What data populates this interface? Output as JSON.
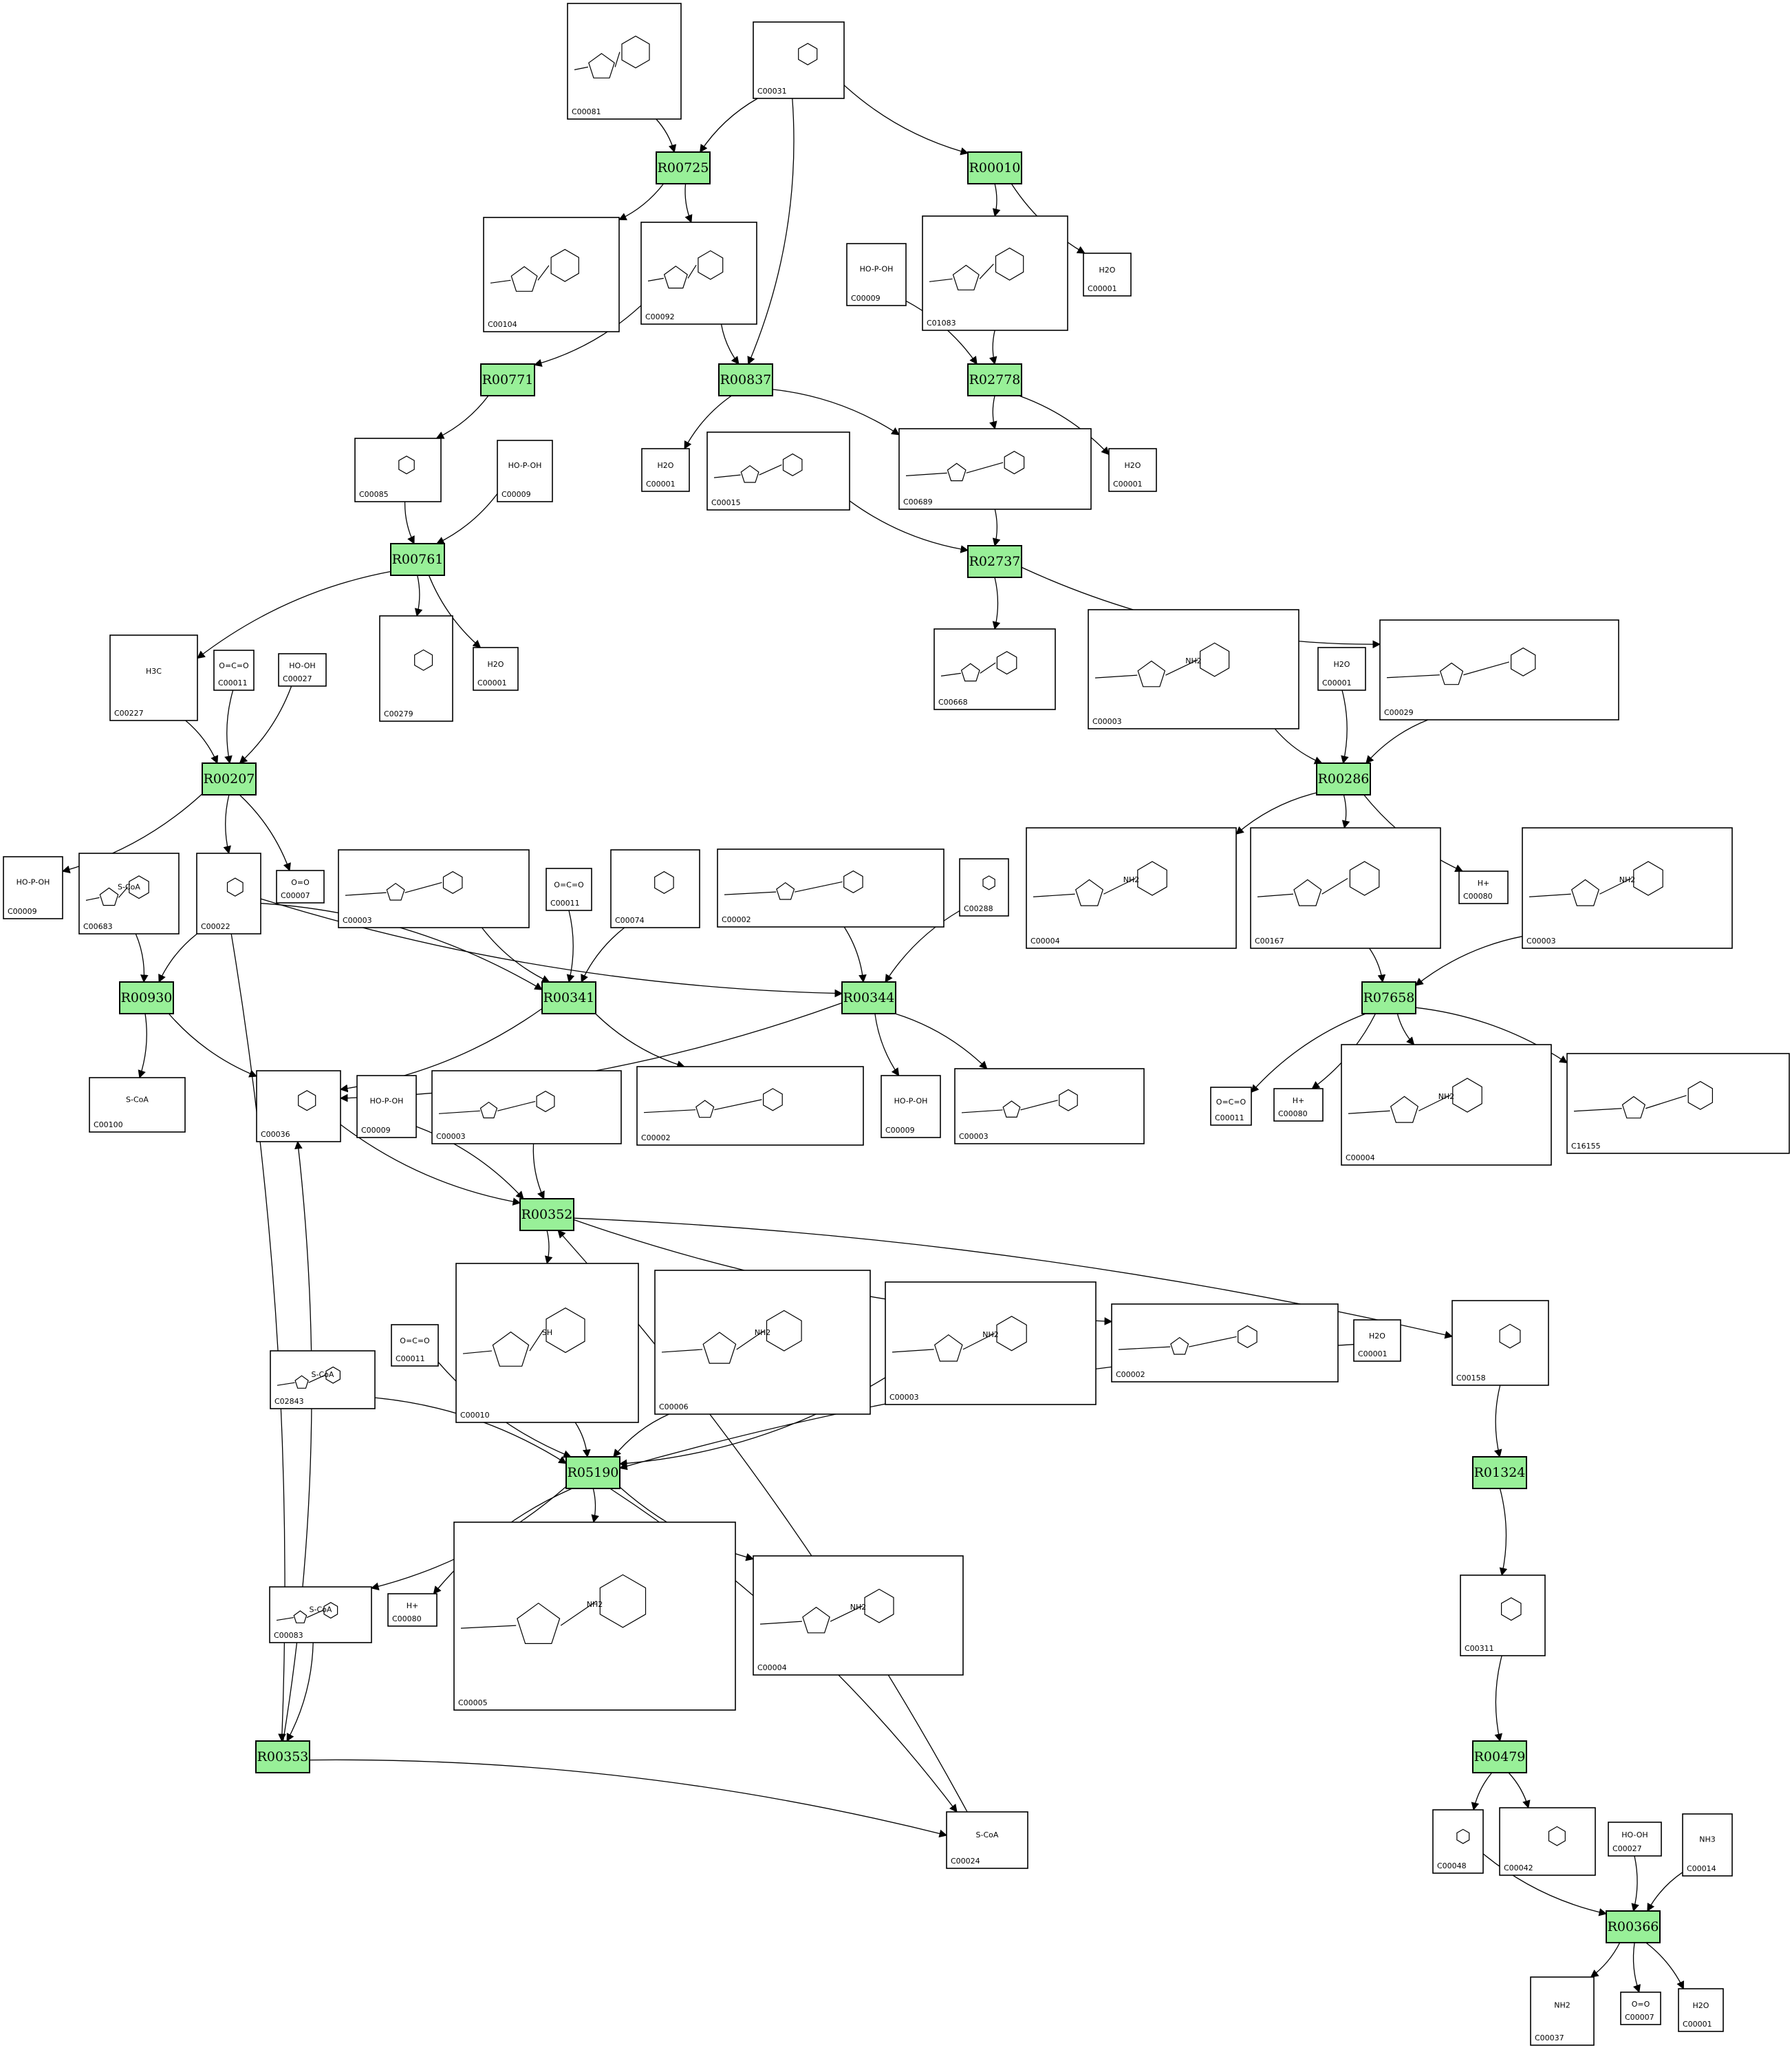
{
  "colors": {
    "reaction_fill": "#98f098",
    "reaction_stroke": "#000000",
    "compound_fill": "#ffffff",
    "edge": "#000000"
  },
  "reactions": [
    {
      "id": "R00725",
      "label": "R00725"
    },
    {
      "id": "R00010",
      "label": "R00010"
    },
    {
      "id": "R00771",
      "label": "R00771"
    },
    {
      "id": "R00837",
      "label": "R00837"
    },
    {
      "id": "R02778",
      "label": "R02778"
    },
    {
      "id": "R00761",
      "label": "R00761"
    },
    {
      "id": "R02737",
      "label": "R02737"
    },
    {
      "id": "R00207",
      "label": "R00207"
    },
    {
      "id": "R00286",
      "label": "R00286"
    },
    {
      "id": "R00930",
      "label": "R00930"
    },
    {
      "id": "R00341",
      "label": "R00341"
    },
    {
      "id": "R00344",
      "label": "R00344"
    },
    {
      "id": "R07658",
      "label": "R07658"
    },
    {
      "id": "R00352",
      "label": "R00352"
    },
    {
      "id": "R05190",
      "label": "R05190"
    },
    {
      "id": "R01324",
      "label": "R01324"
    },
    {
      "id": "R00479",
      "label": "R00479"
    },
    {
      "id": "R00353",
      "label": "R00353"
    },
    {
      "id": "R00366",
      "label": "R00366"
    }
  ],
  "compounds": [
    {
      "id": "n_c00081",
      "label": "C00081",
      "formula": ""
    },
    {
      "id": "n_c00031",
      "label": "C00031",
      "formula": ""
    },
    {
      "id": "n_c00104",
      "label": "C00104",
      "formula": ""
    },
    {
      "id": "n_c00092",
      "label": "C00092",
      "formula": ""
    },
    {
      "id": "n_c00009a",
      "label": "C00009",
      "formula": "HO-P-OH"
    },
    {
      "id": "n_c01083",
      "label": "C01083",
      "formula": ""
    },
    {
      "id": "n_c00001a",
      "label": "C00001",
      "formula": "H2O"
    },
    {
      "id": "n_c00085",
      "label": "C00085",
      "formula": ""
    },
    {
      "id": "n_c00009b",
      "label": "C00009",
      "formula": "HO-P-OH"
    },
    {
      "id": "n_c00001b",
      "label": "C00001",
      "formula": "H2O"
    },
    {
      "id": "n_c00015",
      "label": "C00015",
      "formula": ""
    },
    {
      "id": "n_c00689",
      "label": "C00689",
      "formula": ""
    },
    {
      "id": "n_c00001c",
      "label": "C00001",
      "formula": "H2O"
    },
    {
      "id": "n_c00227",
      "label": "C00227",
      "formula": "H3C"
    },
    {
      "id": "n_c00011a",
      "label": "C00011",
      "formula": "O=C=O"
    },
    {
      "id": "n_c00027a",
      "label": "C00027",
      "formula": "HO-OH"
    },
    {
      "id": "n_c00279",
      "label": "C00279",
      "formula": ""
    },
    {
      "id": "n_c00001d",
      "label": "C00001",
      "formula": "H2O"
    },
    {
      "id": "n_c00668",
      "label": "C00668",
      "formula": ""
    },
    {
      "id": "n_c00003a",
      "label": "C00003",
      "formula": "NH2"
    },
    {
      "id": "n_c00001e",
      "label": "C00001",
      "formula": "H2O"
    },
    {
      "id": "n_c00029",
      "label": "C00029",
      "formula": ""
    },
    {
      "id": "n_c00009c",
      "label": "C00009",
      "formula": "HO-P-OH"
    },
    {
      "id": "n_c00683",
      "label": "C00683",
      "formula": "S-CoA"
    },
    {
      "id": "n_c00022",
      "label": "C00022",
      "formula": ""
    },
    {
      "id": "n_c00007a",
      "label": "C00007",
      "formula": "O=O"
    },
    {
      "id": "n_c00003b",
      "label": "C00003",
      "formula": ""
    },
    {
      "id": "n_c00011b",
      "label": "C00011",
      "formula": "O=C=O"
    },
    {
      "id": "n_c00074",
      "label": "C00074",
      "formula": ""
    },
    {
      "id": "n_c00002a",
      "label": "C00002",
      "formula": ""
    },
    {
      "id": "n_c00288",
      "label": "C00288",
      "formula": ""
    },
    {
      "id": "n_c00004a",
      "label": "C00004",
      "formula": "NH2"
    },
    {
      "id": "n_c00167",
      "label": "C00167",
      "formula": ""
    },
    {
      "id": "n_c00080a",
      "label": "C00080",
      "formula": "H+"
    },
    {
      "id": "n_c00003c",
      "label": "C00003",
      "formula": "NH2"
    },
    {
      "id": "n_c00100",
      "label": "C00100",
      "formula": "S-CoA"
    },
    {
      "id": "n_c00036",
      "label": "C00036",
      "formula": ""
    },
    {
      "id": "n_c00009d",
      "label": "C00009",
      "formula": "HO-P-OH"
    },
    {
      "id": "n_c00003d",
      "label": "C00003",
      "formula": ""
    },
    {
      "id": "n_c00002b",
      "label": "C00002",
      "formula": ""
    },
    {
      "id": "n_c00009e",
      "label": "C00009",
      "formula": "HO-P-OH"
    },
    {
      "id": "n_c00003e",
      "label": "C00003",
      "formula": ""
    },
    {
      "id": "n_c00011c",
      "label": "C00011",
      "formula": "O=C=O"
    },
    {
      "id": "n_c00080b",
      "label": "C00080",
      "formula": "H+"
    },
    {
      "id": "n_c00004b",
      "label": "C00004",
      "formula": "NH2"
    },
    {
      "id": "n_c16155",
      "label": "C16155",
      "formula": ""
    },
    {
      "id": "n_c02843",
      "label": "C02843",
      "formula": "S-CoA"
    },
    {
      "id": "n_c00011d",
      "label": "C00011",
      "formula": "O=C=O"
    },
    {
      "id": "n_c00010",
      "label": "C00010",
      "formula": "SH"
    },
    {
      "id": "n_c00006",
      "label": "C00006",
      "formula": "NH2"
    },
    {
      "id": "n_c00003f",
      "label": "C00003",
      "formula": "NH2"
    },
    {
      "id": "n_c00002c",
      "label": "C00002",
      "formula": ""
    },
    {
      "id": "n_c00001f",
      "label": "C00001",
      "formula": "H2O"
    },
    {
      "id": "n_c00158",
      "label": "C00158",
      "formula": ""
    },
    {
      "id": "n_c00083",
      "label": "C00083",
      "formula": "S-CoA"
    },
    {
      "id": "n_c00080c",
      "label": "C00080",
      "formula": "H+"
    },
    {
      "id": "n_c00005",
      "label": "C00005",
      "formula": "NH2"
    },
    {
      "id": "n_c00004c",
      "label": "C00004",
      "formula": "NH2"
    },
    {
      "id": "n_c00311",
      "label": "C00311",
      "formula": ""
    },
    {
      "id": "n_c00024",
      "label": "C00024",
      "formula": "S-CoA"
    },
    {
      "id": "n_c00048",
      "label": "C00048",
      "formula": ""
    },
    {
      "id": "n_c00042",
      "label": "C00042",
      "formula": ""
    },
    {
      "id": "n_c00027b",
      "label": "C00027",
      "formula": "HO-OH"
    },
    {
      "id": "n_c00014",
      "label": "C00014",
      "formula": "NH3"
    },
    {
      "id": "n_c00037",
      "label": "C00037",
      "formula": "NH2"
    },
    {
      "id": "n_c00007b",
      "label": "C00007",
      "formula": "O=O"
    },
    {
      "id": "n_c00001g",
      "label": "C00001",
      "formula": "H2O"
    }
  ],
  "edges": [
    [
      "n_c00081",
      "R00725"
    ],
    [
      "n_c00031",
      "R00725"
    ],
    [
      "n_c00031",
      "R00837"
    ],
    [
      "n_c00031",
      "R00010"
    ],
    [
      "R00725",
      "n_c00104"
    ],
    [
      "R00725",
      "n_c00092"
    ],
    [
      "R00010",
      "n_c01083"
    ],
    [
      "R00010",
      "n_c00001a"
    ],
    [
      "n_c00092",
      "R00771"
    ],
    [
      "n_c00092",
      "R00837"
    ],
    [
      "n_c00009a",
      "R02778"
    ],
    [
      "n_c01083",
      "R02778"
    ],
    [
      "R00771",
      "n_c00085"
    ],
    [
      "R00837",
      "n_c00001b"
    ],
    [
      "R00837",
      "n_c00689"
    ],
    [
      "R02778",
      "n_c00689"
    ],
    [
      "R02778",
      "n_c00001c"
    ],
    [
      "n_c00085",
      "R00761"
    ],
    [
      "n_c00009b",
      "R00761"
    ],
    [
      "n_c00015",
      "R02737"
    ],
    [
      "n_c00689",
      "R02737"
    ],
    [
      "R00761",
      "n_c00227"
    ],
    [
      "R00761",
      "n_c00279"
    ],
    [
      "R00761",
      "n_c00001d"
    ],
    [
      "R02737",
      "n_c00668"
    ],
    [
      "R02737",
      "n_c00029"
    ],
    [
      "n_c00227",
      "R00207"
    ],
    [
      "n_c00011a",
      "R00207"
    ],
    [
      "n_c00027a",
      "R00207"
    ],
    [
      "n_c00003a",
      "R00286"
    ],
    [
      "n_c00001e",
      "R00286"
    ],
    [
      "n_c00029",
      "R00286"
    ],
    [
      "R00207",
      "n_c00009c"
    ],
    [
      "R00207",
      "n_c00022"
    ],
    [
      "R00207",
      "n_c00007a"
    ],
    [
      "R00286",
      "n_c00004a"
    ],
    [
      "R00286",
      "n_c00167"
    ],
    [
      "R00286",
      "n_c00080a"
    ],
    [
      "n_c00683",
      "R00930"
    ],
    [
      "n_c00022",
      "R00930"
    ],
    [
      "n_c00022",
      "R00341"
    ],
    [
      "n_c00022",
      "R00344"
    ],
    [
      "n_c00022",
      "R00353"
    ],
    [
      "n_c00003b",
      "R00341"
    ],
    [
      "n_c00011b",
      "R00341"
    ],
    [
      "n_c00074",
      "R00341"
    ],
    [
      "n_c00002a",
      "R00344"
    ],
    [
      "n_c00288",
      "R00344"
    ],
    [
      "n_c00167",
      "R07658"
    ],
    [
      "n_c00003c",
      "R07658"
    ],
    [
      "R00930",
      "n_c00100"
    ],
    [
      "R00930",
      "n_c00036"
    ],
    [
      "R00341",
      "n_c00036"
    ],
    [
      "R00341",
      "n_c00002b"
    ],
    [
      "R00344",
      "n_c00036"
    ],
    [
      "R00344",
      "n_c00009e"
    ],
    [
      "R00344",
      "n_c00003e"
    ],
    [
      "R07658",
      "n_c00011c"
    ],
    [
      "R07658",
      "n_c00080b"
    ],
    [
      "R07658",
      "n_c00004b"
    ],
    [
      "R07658",
      "n_c16155"
    ],
    [
      "n_c00036",
      "R00352"
    ],
    [
      "n_c00009d",
      "R00352"
    ],
    [
      "n_c00003d",
      "R00352"
    ],
    [
      "R00352",
      "n_c00010"
    ],
    [
      "R00352",
      "n_c00002c"
    ],
    [
      "R00352",
      "n_c00158"
    ],
    [
      "n_c00024",
      "R00352"
    ],
    [
      "n_c02843",
      "R05190"
    ],
    [
      "n_c00011d",
      "R05190"
    ],
    [
      "n_c00010",
      "R05190"
    ],
    [
      "n_c00006",
      "R05190"
    ],
    [
      "n_c00003f",
      "R05190"
    ],
    [
      "n_c00001f",
      "R05190"
    ],
    [
      "R05190",
      "n_c00083"
    ],
    [
      "R05190",
      "n_c00080c"
    ],
    [
      "R05190",
      "n_c00005"
    ],
    [
      "R05190",
      "n_c00004c"
    ],
    [
      "R05190",
      "n_c00024"
    ],
    [
      "n_c00158",
      "R01324"
    ],
    [
      "R01324",
      "n_c00311"
    ],
    [
      "n_c00311",
      "R00479"
    ],
    [
      "n_c00083",
      "R00353"
    ],
    [
      "R00353",
      "n_c00036"
    ],
    [
      "R00353",
      "n_c00024"
    ],
    [
      "R00479",
      "n_c00048"
    ],
    [
      "R00479",
      "n_c00042"
    ],
    [
      "n_c00048",
      "R00366"
    ],
    [
      "n_c00027b",
      "R00366"
    ],
    [
      "n_c00014",
      "R00366"
    ],
    [
      "R00366",
      "n_c00037"
    ],
    [
      "R00366",
      "n_c00007b"
    ],
    [
      "R00366",
      "n_c00001g"
    ]
  ]
}
